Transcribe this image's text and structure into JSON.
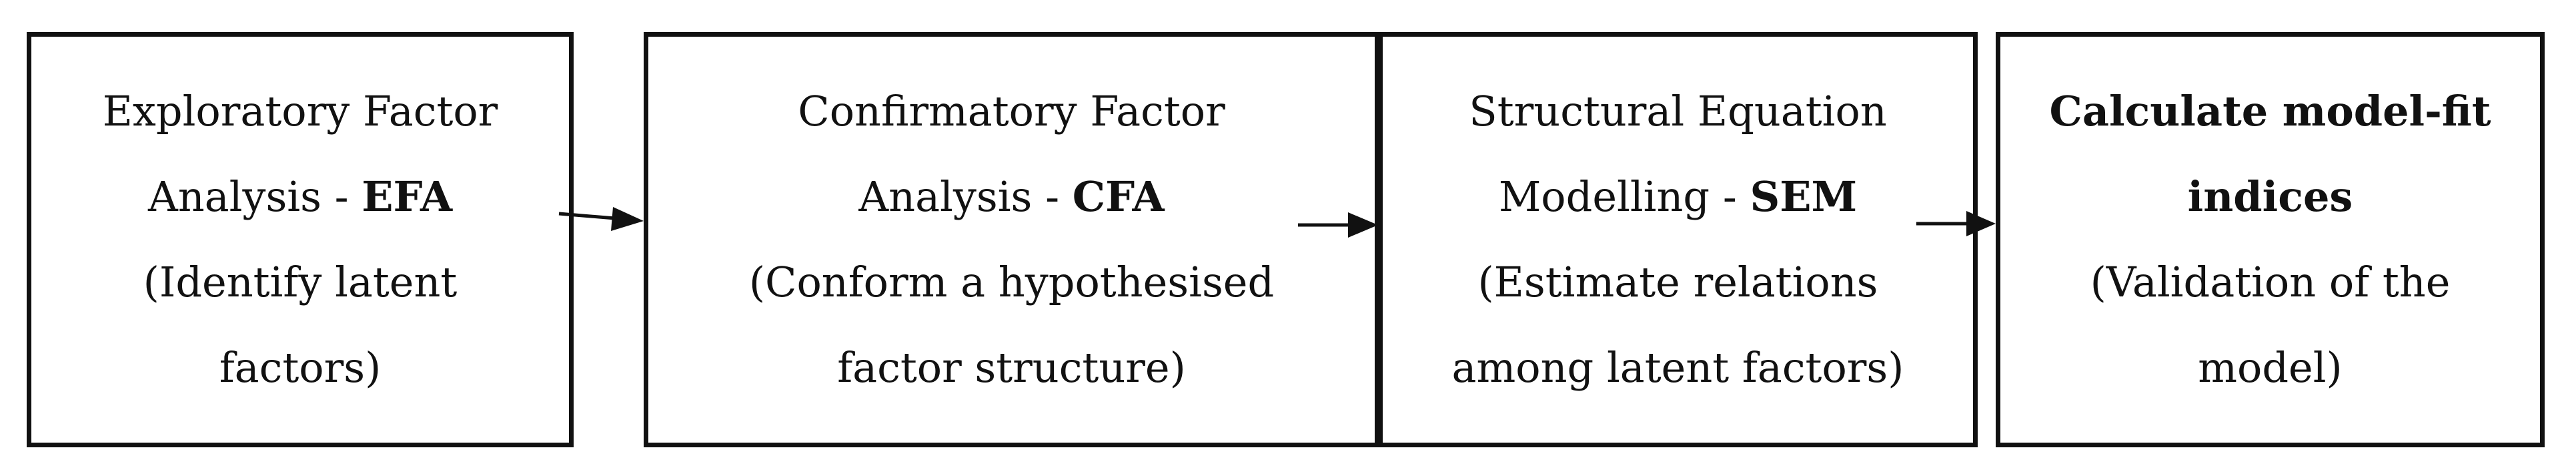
{
  "steps": [
    {
      "line1": "Exploratory Factor",
      "line2_prefix": "Analysis - ",
      "line2_bold": "EFA",
      "line3": "(Identify latent",
      "line4": "factors)"
    },
    {
      "line1": "Confirmatory Factor",
      "line2_prefix": "Analysis - ",
      "line2_bold": "CFA",
      "line3": "(Conform a hypothesised",
      "line4": "factor structure)"
    },
    {
      "line1": "Structural Equation",
      "line2_prefix": "Modelling - ",
      "line2_bold": "SEM",
      "line3": "(Estimate relations",
      "line4": "among latent factors)"
    },
    {
      "line1_bold": "Calculate model-fit",
      "line2_bold": "indices",
      "line3": "(Validation of the",
      "line4": "model)"
    }
  ],
  "colors": {
    "stroke": "#111111",
    "background": "#ffffff"
  }
}
